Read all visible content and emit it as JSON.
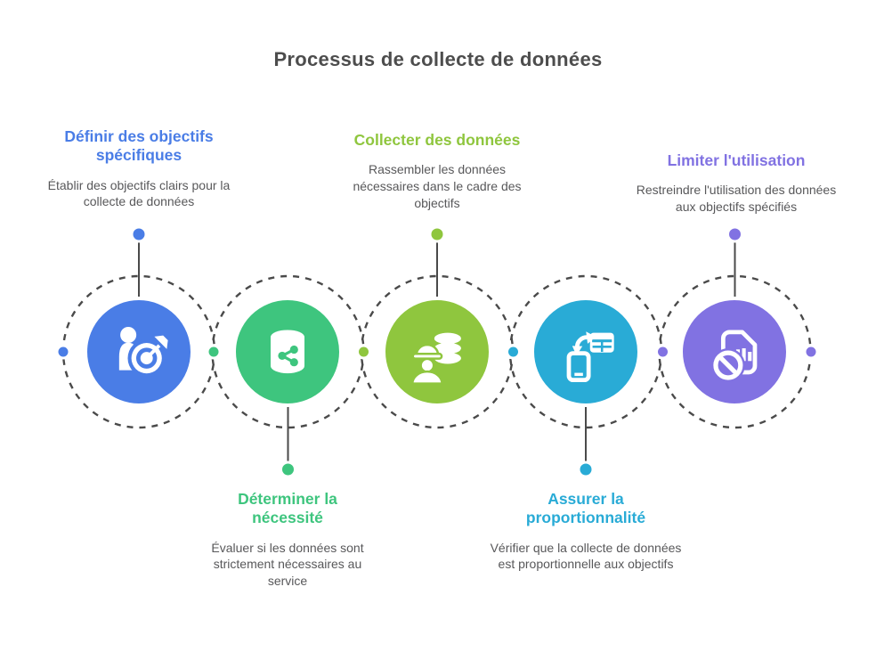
{
  "title": "Processus de collecte de données",
  "colors": {
    "background": "#FFFFFF",
    "title_text": "#4D4D4D",
    "body_text": "#58585A",
    "connector": "#4A4A4A"
  },
  "steps": [
    {
      "id": 1,
      "label": "Définir des objectifs spécifiques",
      "description": "Établir des objectifs clairs pour la collecte de données",
      "color": "#4A7DE6",
      "icon": "person-target-icon",
      "position": "top"
    },
    {
      "id": 2,
      "label": "Déterminer la nécessité",
      "description": "Évaluer si les données sont strictement nécessaires au service",
      "color": "#3EC57E",
      "icon": "database-share-icon",
      "position": "bottom"
    },
    {
      "id": 3,
      "label": "Collecter des données",
      "description": "Rassembler les données nécessaires dans le cadre des objectifs",
      "color": "#8FC63E",
      "icon": "worker-data-icon",
      "position": "top"
    },
    {
      "id": 4,
      "label": "Assurer la proportionnalité",
      "description": "Vérifier que la collecte de données est proportionnelle aux objectifs",
      "color": "#29ABD6",
      "icon": "phone-sync-table-icon",
      "position": "bottom"
    },
    {
      "id": 5,
      "label": "Limiter l'utilisation",
      "description": "Restreindre l'utilisation des données aux objectifs spécifiés",
      "color": "#8172E2",
      "icon": "document-restricted-icon",
      "position": "top"
    }
  ]
}
